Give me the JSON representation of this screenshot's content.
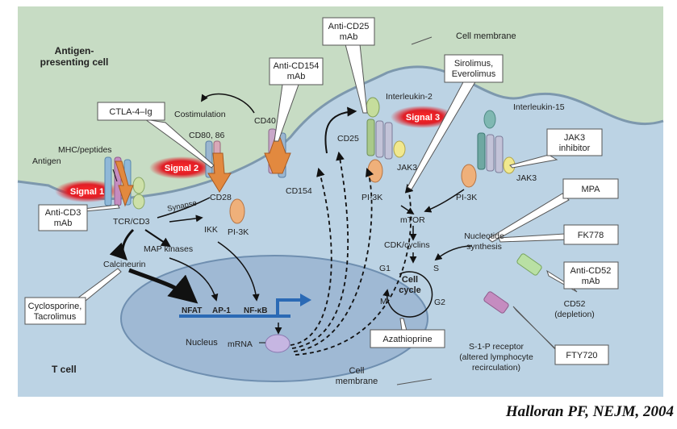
{
  "diagram": {
    "cells": {
      "apc": "Antigen-presenting cell",
      "tcell": "T cell",
      "nucleus": "Nucleus",
      "cell_membrane_top": "Cell membrane",
      "cell_membrane_bottom": "Cell membrane"
    },
    "signals": {
      "s1": "Signal 1",
      "s2": "Signal 2",
      "s3": "Signal 3"
    },
    "molecules": {
      "antigen": "Antigen",
      "mhc": "MHC/peptides",
      "cd80": "CD80, 86",
      "costim": "Costimulation",
      "cd40": "CD40",
      "cd154": "CD154",
      "cd28": "CD28",
      "tcr": "TCR/CD3",
      "synapse": "Synapse",
      "pi3k_left": "PI-3K",
      "ikk": "IKK",
      "mapk": "MAP kinases",
      "calcineurin": "Calcineurin",
      "nfat": "NFAT",
      "ap1": "AP-1",
      "nfkb": "NF-κB",
      "mrna": "mRNA",
      "il2": "Interleukin-2",
      "cd25": "CD25",
      "jak3_mid": "JAK3",
      "pi3k_mid": "PI-3K",
      "pi3k_right": "PI-3K",
      "il15": "Interleukin-15",
      "jak3_right": "JAK3",
      "mtor": "mTOR",
      "cdk": "CDK/cyclins",
      "nucleotide": "Nucleotide synthesis",
      "cycle_title": "Cell cycle",
      "g1": "G1",
      "s": "S",
      "g2": "G2",
      "m": "M",
      "cd52": "CD52",
      "cd52_sub": "(depletion)",
      "s1p": "S-1-P receptor",
      "s1p_sub": "(altered lymphocyte recirculation)"
    },
    "drugs": {
      "ctla4": "CTLA-4–Ig",
      "anti_cd3": "Anti-CD3 mAb",
      "anti_cd154": "Anti-CD154 mAb",
      "anti_cd25": "Anti-CD25 mAb",
      "sirolimus": "Sirolimus, Everolimus",
      "jak3_inh": "JAK3 inhibitor",
      "mpa": "MPA",
      "fk778": "FK778",
      "anti_cd52": "Anti-CD52 mAb",
      "fty720": "FTY720",
      "cyclosporine": "Cyclosporine, Tacrolimus",
      "azathioprine": "Azathioprine"
    },
    "colors": {
      "apc": "#c7dcc4",
      "tcell": "#bcd3e4",
      "nucleus": "#9fb9d4",
      "signal": "#e01e26",
      "arrow_orange": "#e2893f",
      "promoter": "#2b6ab5"
    }
  },
  "credit": "Halloran PF, NEJM, 2004"
}
